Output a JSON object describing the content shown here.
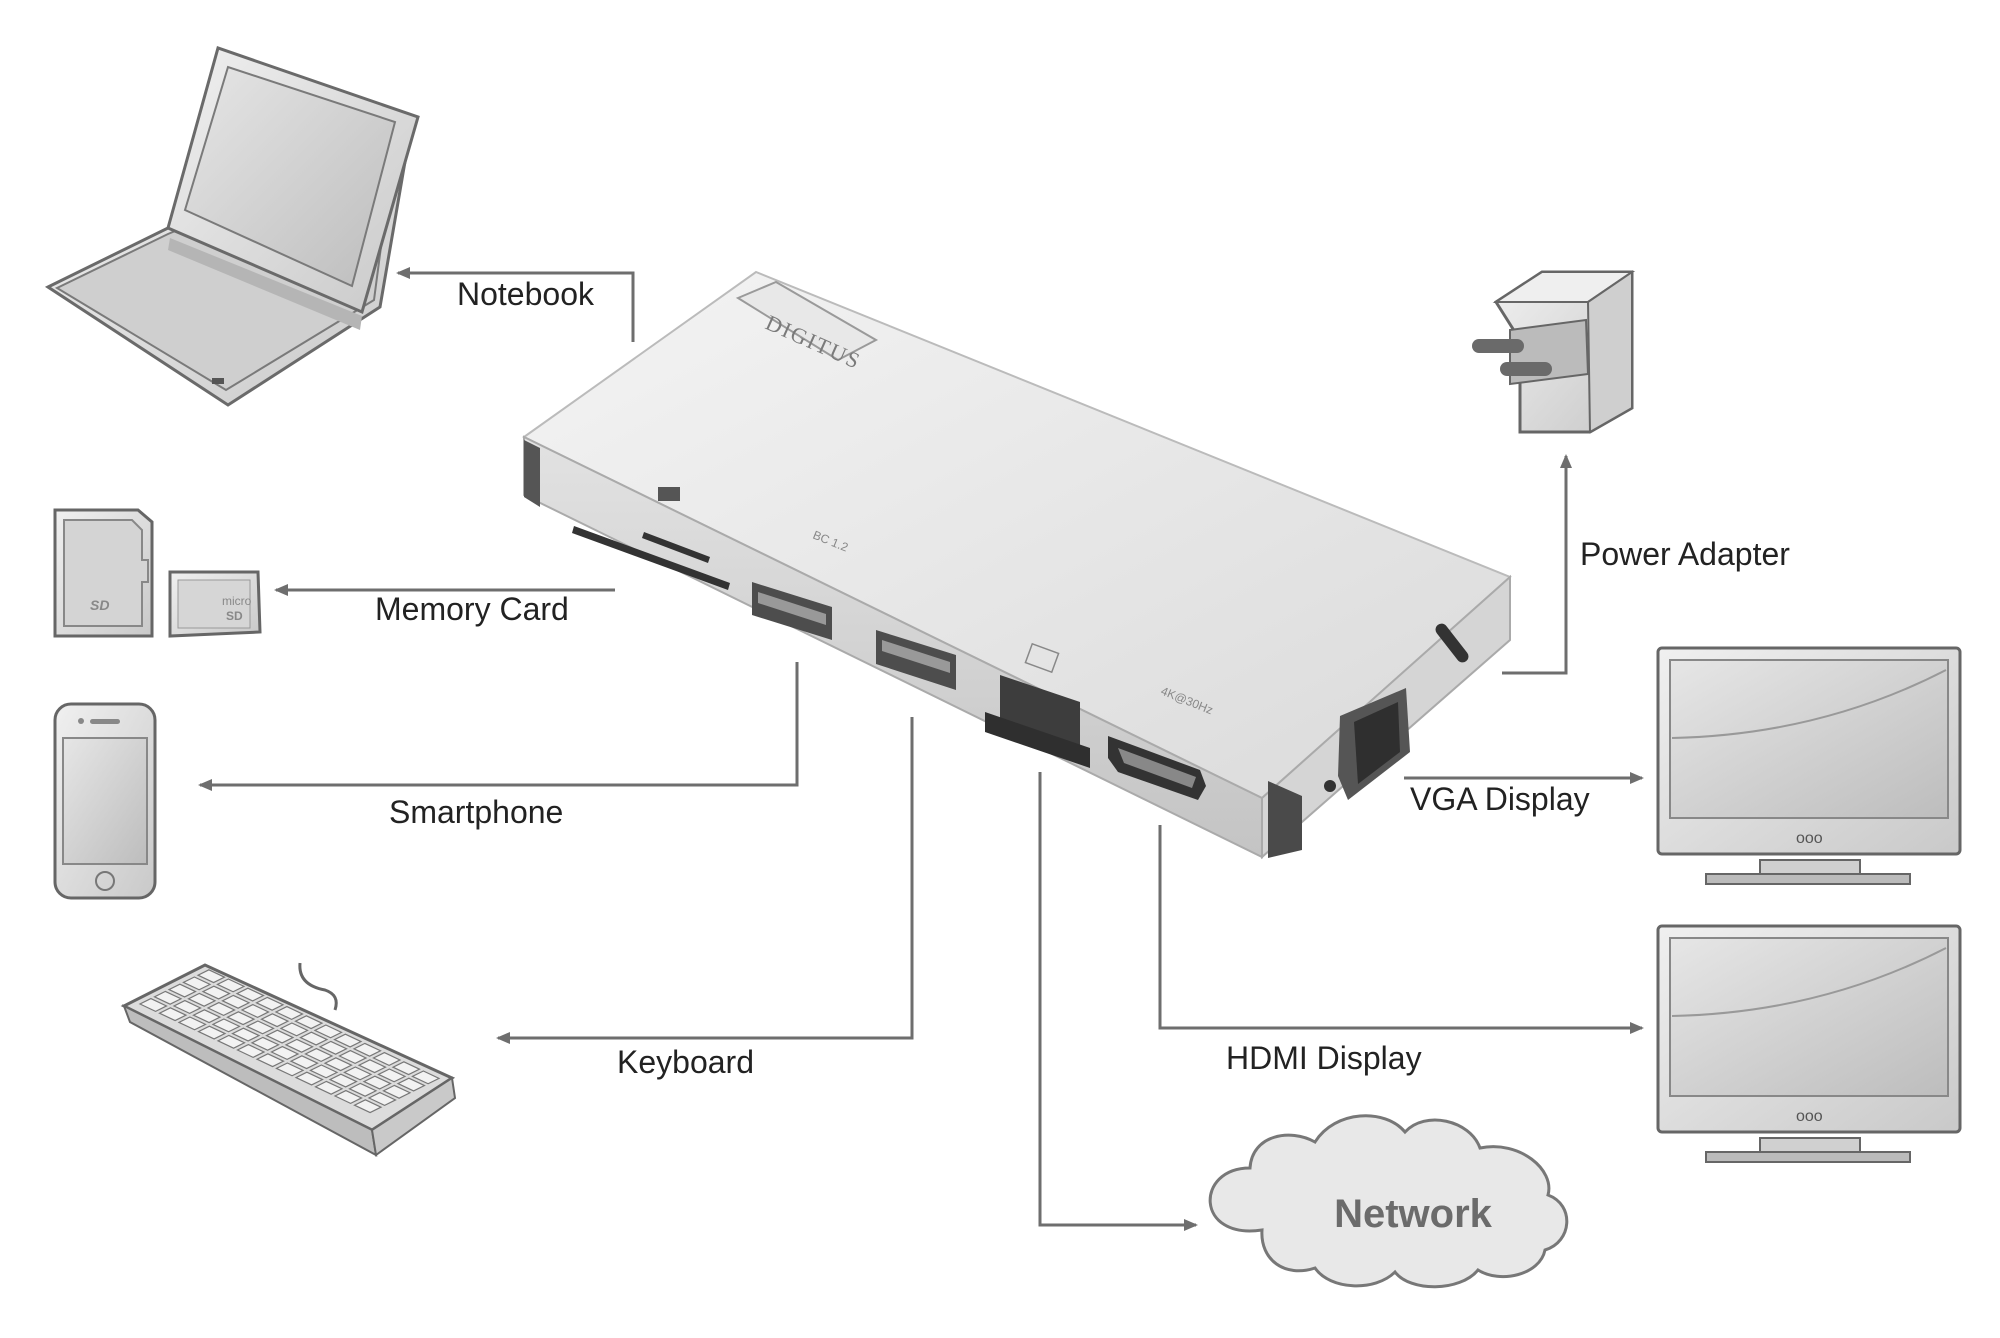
{
  "hub": {
    "brand": "DIGITUS",
    "port_marks": {
      "bc": "BC 1.2",
      "hdmi": "4K@30Hz"
    }
  },
  "memory_card": {
    "sd_text": "SD",
    "microsd_text_top": "micro",
    "microsd_text_bottom": "SD"
  },
  "smartphone": {},
  "labels": {
    "notebook": "Notebook",
    "memory_card": "Memory Card",
    "smartphone": "Smartphone",
    "keyboard": "Keyboard",
    "power_adapter": "Power Adapter",
    "vga_display": "VGA Display",
    "hdmi_display": "HDMI Display",
    "network": "Network"
  },
  "monitor_buttons": "ooo"
}
